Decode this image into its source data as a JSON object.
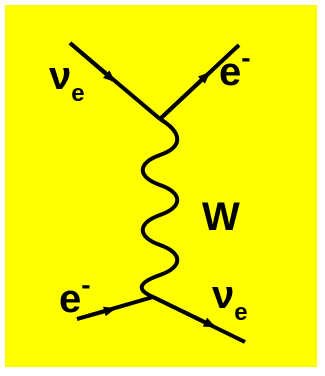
{
  "diagram": {
    "labels": {
      "top_left_symbol": "ν",
      "top_left_subscript": "e",
      "top_right_symbol": "e",
      "top_right_superscript": "-",
      "boson_label": "W",
      "bottom_left_symbol": "e",
      "bottom_left_superscript": "-",
      "bottom_right_symbol": "ν",
      "bottom_right_subscript": "e"
    },
    "colors": {
      "background": "#ffff00",
      "lines": "#000000",
      "frame": "#ffffff"
    }
  }
}
